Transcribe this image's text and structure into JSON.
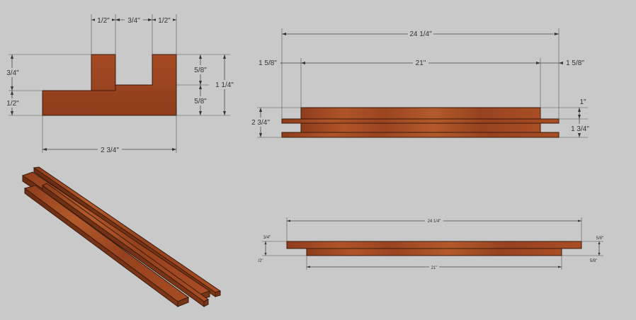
{
  "colors": {
    "background": "#c9c9c9",
    "wood_main": "#a24a24",
    "wood_light": "#b65a2c",
    "wood_dark": "#7e3517",
    "edge": "#3a1d0e"
  },
  "section_view": {
    "dims": {
      "top_left": "1/2\"",
      "top_mid": "3/4\"",
      "top_right": "1/2\"",
      "left_upper": "3/4\"",
      "left_lower": "1/2\"",
      "right_upper": "5/8\"",
      "right_lower": "5/8\"",
      "right_total": "1 1/4\"",
      "bottom": "2 3/4\""
    }
  },
  "side_view": {
    "dims": {
      "overall": "24 1/4\"",
      "left_offset": "1 5/8\"",
      "inner": "21\"",
      "right_offset": "1 5/8\"",
      "right_top": "1\"",
      "left_height": "2 3/4\"",
      "right_height": "1 3/4\""
    }
  },
  "bottom_view": {
    "dims": {
      "overall": "24 1/4\"",
      "inner": "21\"",
      "left_top": "3/4\"",
      "left_bottom": "/2\"",
      "right_top": "5/8\"",
      "right_bottom": "5/8\""
    }
  }
}
